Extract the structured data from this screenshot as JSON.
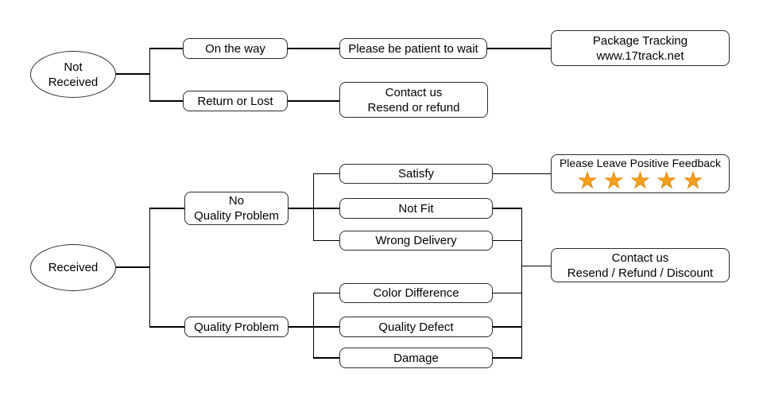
{
  "flowchart": {
    "branch_not_received": {
      "root": {
        "line1": "Not",
        "line2": "Received"
      },
      "on_the_way": {
        "label": "On the way"
      },
      "return_or_lost": {
        "label": "Return or Lost"
      },
      "please_be_patient": {
        "label": "Please be patient to wait"
      },
      "package_tracking": {
        "line1": "Package Tracking",
        "line2": "www.17track.net"
      },
      "contact_us_resend_refund": {
        "line1": "Contact us",
        "line2": "Resend or refund"
      }
    },
    "branch_received": {
      "root": {
        "label": "Received"
      },
      "no_quality_problem": {
        "line1": "No",
        "line2": "Quality Problem"
      },
      "quality_problem": {
        "label": "Quality Problem"
      },
      "satisfy": {
        "label": "Satisfy"
      },
      "not_fit": {
        "label": "Not Fit"
      },
      "wrong_delivery": {
        "label": "Wrong Delivery"
      },
      "color_difference": {
        "label": "Color Difference"
      },
      "quality_defect": {
        "label": "Quality Defect"
      },
      "damage": {
        "label": "Damage"
      },
      "positive_feedback": {
        "label": "Please Leave Positive Feedback",
        "star_count": 5
      },
      "contact_us_resend_refund_discount": {
        "line1": "Contact us",
        "line2": "Resend / Refund / Discount"
      }
    }
  },
  "icons": {
    "star": "★"
  },
  "colors": {
    "background": "#ffffff",
    "node_fill": "#ffffff",
    "node_border": "#2b2b2b",
    "connector": "#000000",
    "text": "#000000",
    "star": "#f5a01e"
  }
}
